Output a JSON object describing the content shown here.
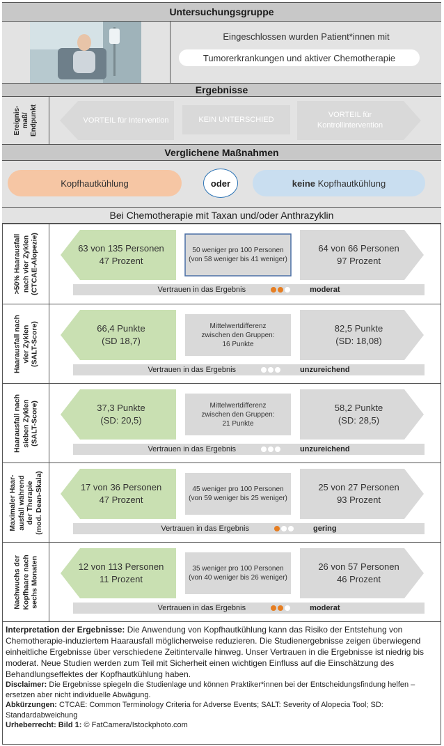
{
  "study_group": {
    "title": "Untersuchungsgruppe",
    "line1": "Eingeschlossen wurden Patient*innen mit",
    "line2": "Tumorerkrankungen und aktiver Chemotherapie"
  },
  "results": {
    "title": "Ergebnisse",
    "endpoint_label_line1": "Ereignis-",
    "endpoint_label_line2": "maß/",
    "endpoint_label_line3": "Endpunkt",
    "left": "VORTEIL für Intervention",
    "middle": "KEIN UNTERSCHIED",
    "right": "VORTEIL  für Kontrollintervention"
  },
  "comparison": {
    "title": "Verglichene Maßnahmen",
    "intervention": "Kopfhautkühlung",
    "or": "oder",
    "control_bold": "keine",
    "control_rest": " Kopfhautkühlung"
  },
  "chemo_header": "Bei Chemotherapie mit Taxan und/oder Anthrazyklin",
  "confidence_label": "Vertrauen in das Ergebnis",
  "colors": {
    "intervention": "#c9e0b2",
    "neutral": "#d9d9d9",
    "pill_left": "#f6c6a4",
    "pill_right": "#c9def0",
    "dot": "#e67e22"
  },
  "outcomes": [
    {
      "label": [
        ">50% Haarausfall",
        "nach vier Zyklen",
        "(CTCAE-Alopezie)"
      ],
      "left": [
        "63 von 135 Personen",
        "47 Prozent"
      ],
      "middle": [
        "50 weniger pro 100 Personen",
        "(von 58 weniger bis 41 weniger)"
      ],
      "right": [
        "64 von 66 Personen",
        "97 Prozent"
      ],
      "confidence_text": "moderat",
      "confidence_dots": 2
    },
    {
      "label": [
        "Haarausfall nach",
        "vier Zyklen",
        "(SALT-Score)"
      ],
      "left": [
        "66,4 Punkte",
        "(SD 18,7)"
      ],
      "middle": [
        "Mittelwertdifferenz",
        "zwischen den Gruppen:",
        "16 Punkte"
      ],
      "right": [
        "82,5 Punkte",
        "(SD: 18,08)"
      ],
      "confidence_text": "unzureichend",
      "confidence_dots": 0
    },
    {
      "label": [
        "Haarausfall nach",
        "sieben Zyklen",
        "(SALT-Score)"
      ],
      "left": [
        "37,3 Punkte",
        "(SD: 20,5)"
      ],
      "middle": [
        "Mittelwertdifferenz",
        "zwischen den Gruppen:",
        "21 Punkte"
      ],
      "right": [
        "58,2 Punkte",
        "(SD: 28,5)"
      ],
      "confidence_text": "unzureichend",
      "confidence_dots": 0
    },
    {
      "label": [
        "Maximaler Haar-",
        "ausfall während",
        "der Therapie",
        "(mod. Dean-Skala)"
      ],
      "left": [
        "17 von 36 Personen",
        "47 Prozent"
      ],
      "middle": [
        "45 weniger pro 100 Personen",
        "(von 59 weniger bis 25 weniger)"
      ],
      "right": [
        "25 von 27 Personen",
        "93 Prozent"
      ],
      "confidence_text": "gering",
      "confidence_dots": 1
    },
    {
      "label": [
        "Nachwuchs der",
        "Kopfhaare nach",
        "sechs Monaten"
      ],
      "left": [
        "12 von 113 Personen",
        "11 Prozent"
      ],
      "middle": [
        "35 weniger pro 100 Personen",
        "(von 40 weniger bis 26 weniger)"
      ],
      "right": [
        "26 von 57 Personen",
        "46 Prozent"
      ],
      "confidence_text": "moderat",
      "confidence_dots": 2
    }
  ],
  "footer": {
    "interpretation_title": "Interpretation der Ergebnisse:",
    "interpretation_text": " Die Anwendung von Kopfhautkühlung kann das Risiko der Entstehung von Chemotherapie-induziertem Haarausfall möglicherweise reduzieren. Die Studienergebnisse zeigen überwiegend einheitliche Ergebnisse über verschiedene Zeitintervalle hinweg. Unser Vertrauen in die Ergebnisse ist niedrig bis moderat. Neue Studien werden zum Teil mit Sicherheit einen wichtigen Einfluss auf die Einschätzung des Behandlungseffektes der Kopfhautkühlung haben.",
    "disclaimer_title": "Disclaimer:",
    "disclaimer_text": " Die Ergebnisse spiegeln die Studienlage und können Praktiker*innen bei der Entscheidungsfindung helfen – ersetzen aber nicht individuelle Abwägung.",
    "abbrev_title": "Abkürzungen:",
    "abbrev_text": " CTCAE: Common Terminology Criteria for Adverse Events; SALT: Severity of Alopecia Tool; SD: Standardabweichung",
    "copyright_title": "Urheberrecht: Bild 1:",
    "copyright_text": " © FatCamera/Istockphoto.com"
  }
}
